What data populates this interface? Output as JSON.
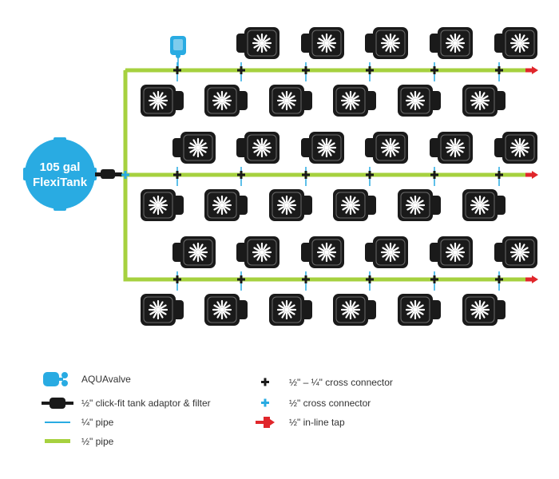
{
  "tank": {
    "capacity": "105 gal",
    "name": "FlexiTank"
  },
  "colors": {
    "tank": "#29abe2",
    "half_inch_pipe": "#a6d13f",
    "quarter_inch_pipe": "#29abe2",
    "pot": "#1a1a1a",
    "aquavalve": "#29abe2",
    "tap": "#e0262b",
    "cross_connector_half_quarter": "#1a1a1a",
    "cross_connector_half": "#29abe2"
  },
  "layout_info": {
    "rows": 3,
    "pots_per_row": 12
  },
  "legend": {
    "aquavalve": "AQUAvalve",
    "tank_adaptor": "½\" click-fit tank adaptor & filter",
    "quarter_pipe": "¼\" pipe",
    "half_pipe": "½\" pipe",
    "cross_half_quarter": "½\" – ¼\" cross connector",
    "cross_half": "½\" cross connector",
    "inline_tap": "½\" in-line tap"
  },
  "icons": [
    "aquavalve-icon",
    "tank-adaptor-icon",
    "quarter-pipe-icon",
    "half-pipe-icon",
    "cross-connector-black-icon",
    "cross-connector-blue-icon",
    "inline-tap-icon"
  ]
}
